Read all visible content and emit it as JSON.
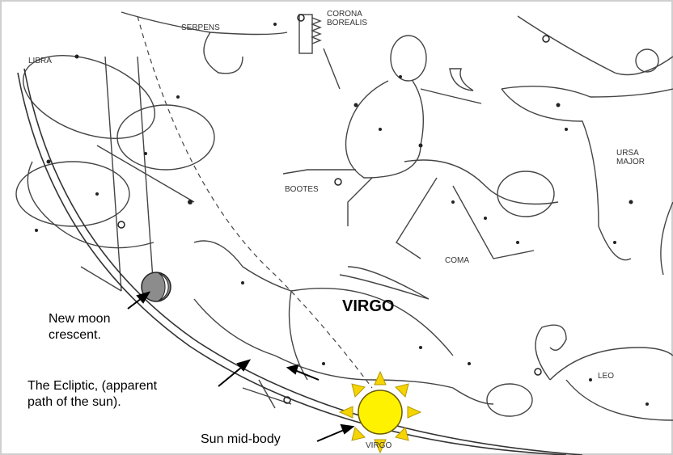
{
  "constellations": {
    "serpens": "SERPENS",
    "corona_borealis": "CORONA\nBOREALIS",
    "libra": "LIBRA",
    "bootes": "BOOTES",
    "coma": "COMA",
    "ursa_major": "URSA\nMAJOR",
    "virgo_title": "VIRGO",
    "virgo_small": "VIRGO",
    "leo": "LEO"
  },
  "annotations": {
    "new_moon": "New moon\ncrescent.",
    "ecliptic": "The Ecliptic, (apparent\npath of the sun).",
    "sun": "Sun mid-body"
  },
  "colors": {
    "sun_fill": "#fff200",
    "sun_rays": "#f5d400",
    "moon_dark": "#8c8c8c",
    "line": "#333333",
    "border": "#cfcfcf"
  }
}
